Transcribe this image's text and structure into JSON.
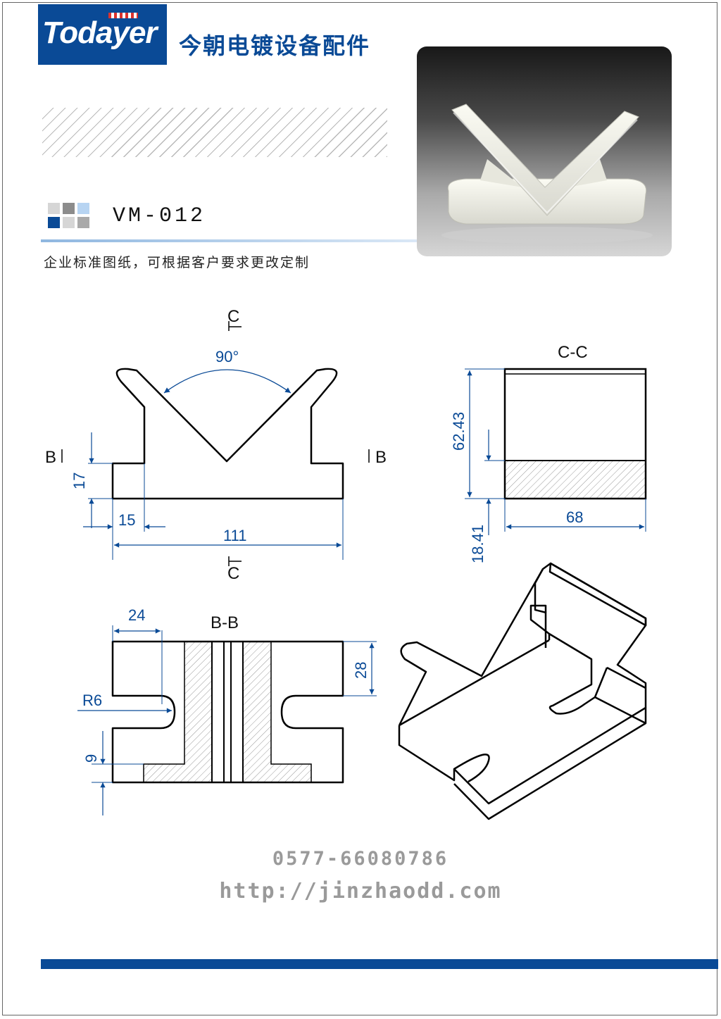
{
  "brand": {
    "logo": "Todayer",
    "company": "今朝电镀设备配件"
  },
  "product": {
    "model": "VM-012",
    "subtitle": "企业标准图纸，可根据客户要求更改定制"
  },
  "colors": {
    "brand_blue": "#0a4a96",
    "dimension_blue": "#0a4a96",
    "accent_light_blue": "#8fb7e0",
    "footer_gray": "#9a9a9a"
  },
  "front_view": {
    "section_top": "C",
    "section_bottom": "C",
    "section_left": "B",
    "section_right": "B",
    "angle": "90°",
    "dim_height": "17",
    "dim_offset": "15",
    "dim_width": "111"
  },
  "side_view": {
    "title": "C-C",
    "dim_height": "62.43",
    "dim_lower": "18.41",
    "dim_width": "68"
  },
  "section_view": {
    "title": "B-B",
    "dim_top": "24",
    "dim_height": "28",
    "dim_radius": "R6",
    "dim_base": "9"
  },
  "contact": {
    "phone": "0577-66080786",
    "website": "http://jinzhaodd.com"
  }
}
